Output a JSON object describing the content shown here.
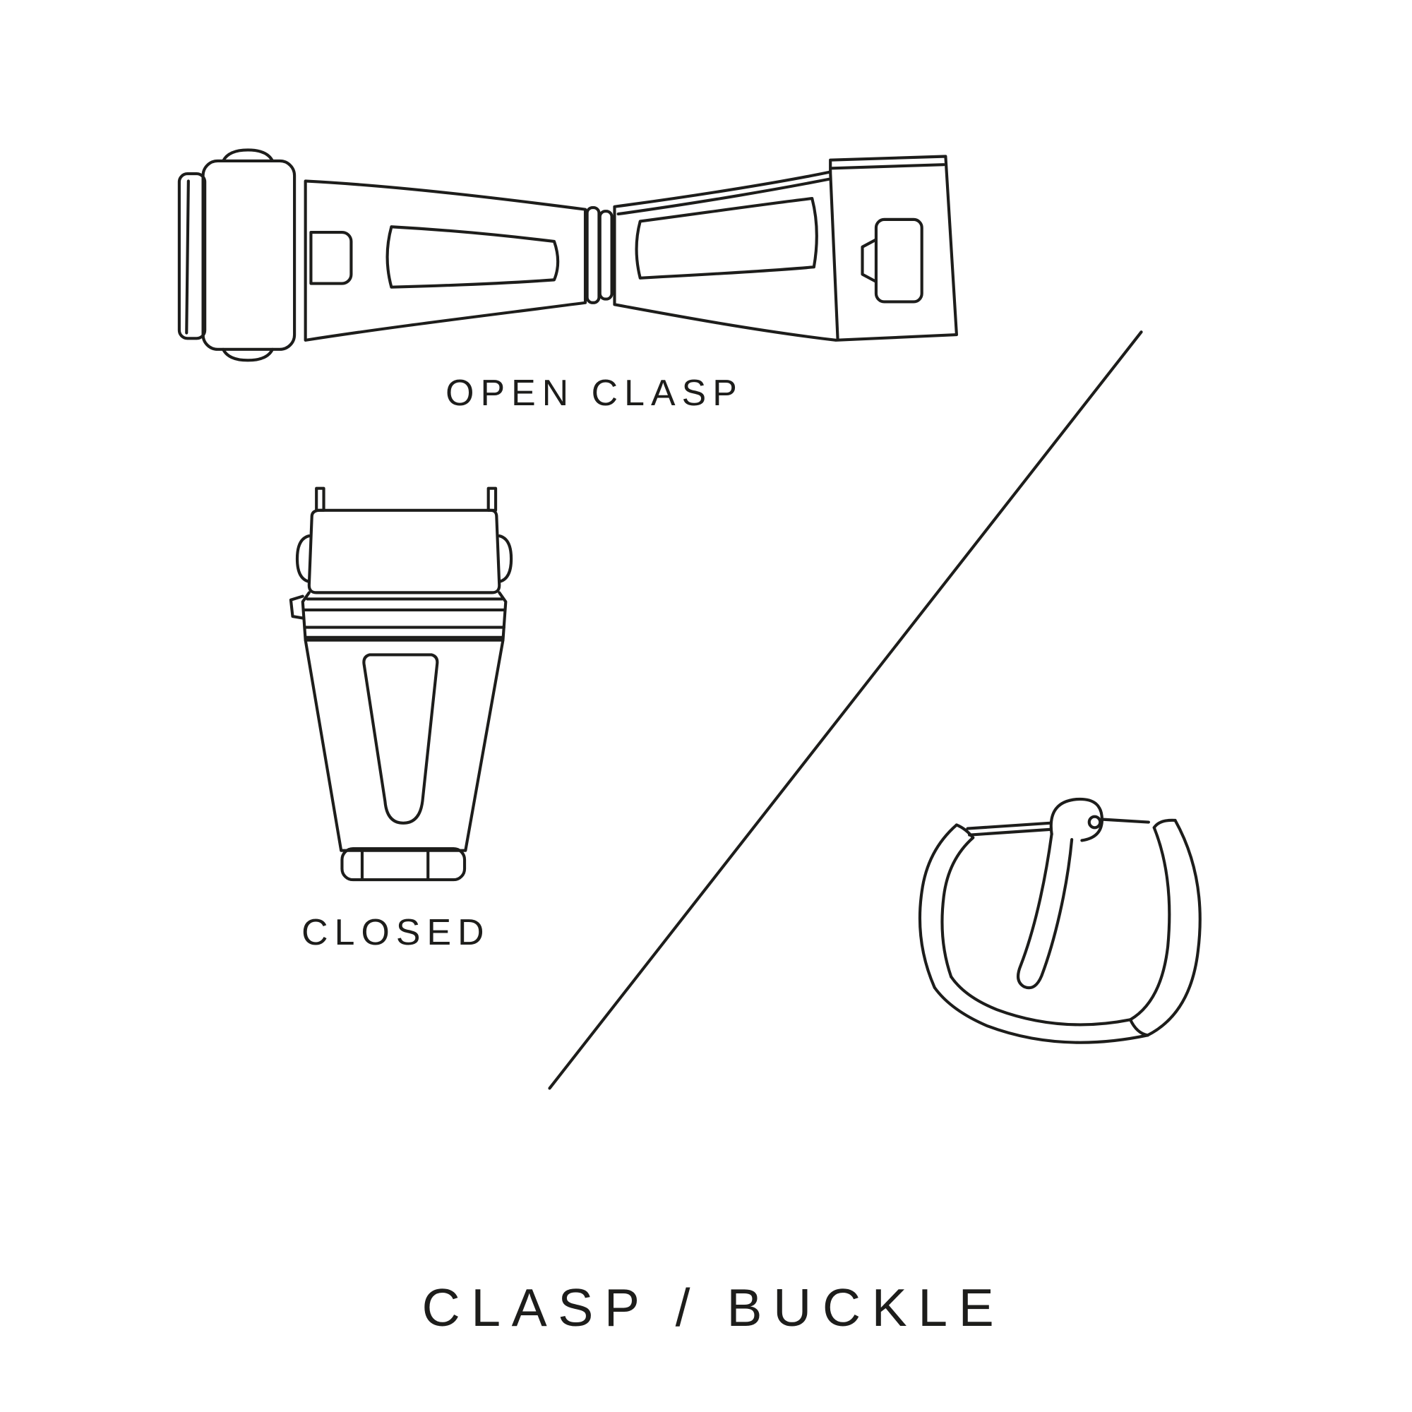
{
  "colors": {
    "background": "#ffffff",
    "line": "#1d1d1b"
  },
  "labels": {
    "open_clasp": "OPEN CLASP",
    "closed": "CLOSED",
    "title": "CLASP / BUCKLE"
  }
}
